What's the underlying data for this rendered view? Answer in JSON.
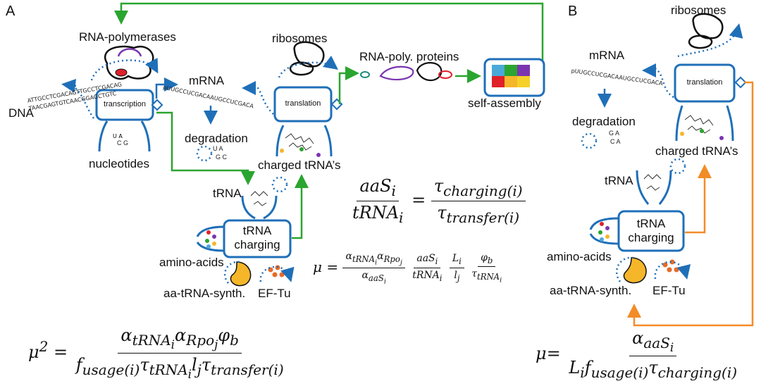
{
  "panels": {
    "a": "A",
    "b": "B"
  },
  "panel_a": {
    "rna_polymerases": "RNA-polymerases",
    "dna": "DNA",
    "dna_seq_top": "ATTGCCTCGACAGTTGCCTCGACAG",
    "dna_seq_bottom": "TAACGAGTGTCAACGGAGCTGTC",
    "transcription": "transcription",
    "nucleotides": "nucleotides",
    "mrna": "mRNA",
    "mrna_seq": "pUUGCCUCGACAAUGCCUCGACA",
    "degradation": "degradation",
    "ribosomes": "ribosomes",
    "translation": "translation",
    "charged_trnas": "charged tRNA’s",
    "rna_poly_proteins": "RNA-poly. proteins",
    "self_assembly": "self-assembly",
    "trna": "tRNA",
    "trna_charging_line1": "tRNA",
    "trna_charging_line2": "charging",
    "amino_acids": "amino-acids",
    "aa_trna_synth": "aa-tRNA-synth.",
    "ef_tu": "EF-Tu"
  },
  "panel_b": {
    "ribosomes": "ribosomes",
    "mrna": "mRNA",
    "mrna_seq": "pUUGCCUCGACAAUGCCUCGACA",
    "translation": "translation",
    "degradation": "degradation",
    "charged_trnas": "charged tRNA’s",
    "trna": "tRNA",
    "trna_charging_line1": "tRNA",
    "trna_charging_line2": "charging",
    "amino_acids": "amino-acids",
    "aa_trna_synth": "aa-tRNA-synth.",
    "ef_tu": "EF-Tu"
  },
  "equations": {
    "ratio": "aaS_i / tRNA_i = τ_charging(i) / τ_transfer(i)",
    "mu": "μ = (α_tRNA_i α_Rpo_j / α_aaS_i) (aaS_i / tRNA_i) (L_i / l_j) (φ_b / τ_tRNA_i)",
    "mu_squared": "μ² = α_tRNA_i α_Rpo_j φ_b / (f_usage(i) τ_tRNA_i l_j τ_transfer(i))",
    "mu_b": "μ = α_aaS_i / (L_i f_usage(i) τ_charging(i))"
  },
  "colors": {
    "blue": "#1f6fb8",
    "green": "#2aa52f",
    "orange": "#f28c28",
    "purple": "#7b35b0",
    "red": "#e0202a",
    "yellow": "#f5b62a"
  }
}
